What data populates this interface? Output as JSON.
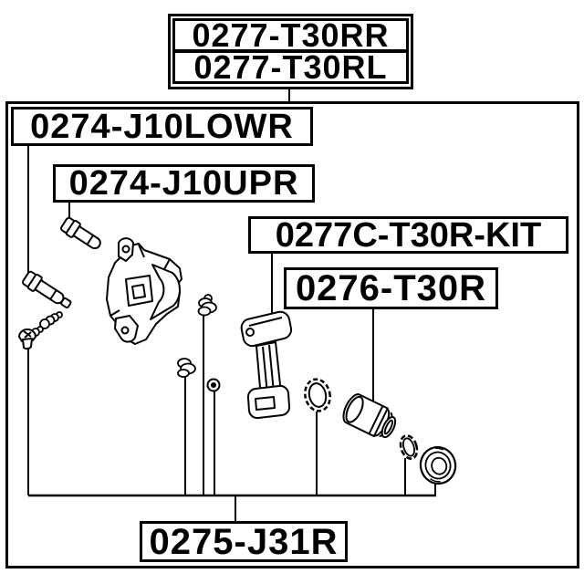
{
  "labels": {
    "caliper_rr": "0277-T30RR",
    "caliper_rl": "0277-T30RL",
    "slide_pin_lower": "0274-J10LOWR",
    "slide_pin_upper": "0274-J10UPR",
    "repair_kit": "0277C-T30R-KIT",
    "piston": "0276-T30R",
    "pin_boot_kit": "0275-J31R"
  },
  "colors": {
    "line": "#000000",
    "background": "#ffffff"
  }
}
